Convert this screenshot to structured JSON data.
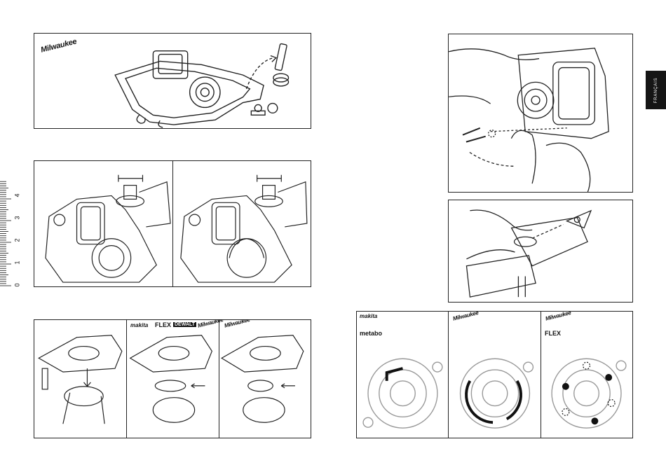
{
  "language_tab": "FRANÇAIS",
  "ruler": {
    "labels": [
      "0",
      "1",
      "2",
      "3",
      "4"
    ]
  },
  "brands": {
    "milwaukee": "Milwaukee",
    "makita": "makita",
    "flex": "FLEX",
    "dewalt": "DEWALT",
    "metabo": "metabo"
  }
}
